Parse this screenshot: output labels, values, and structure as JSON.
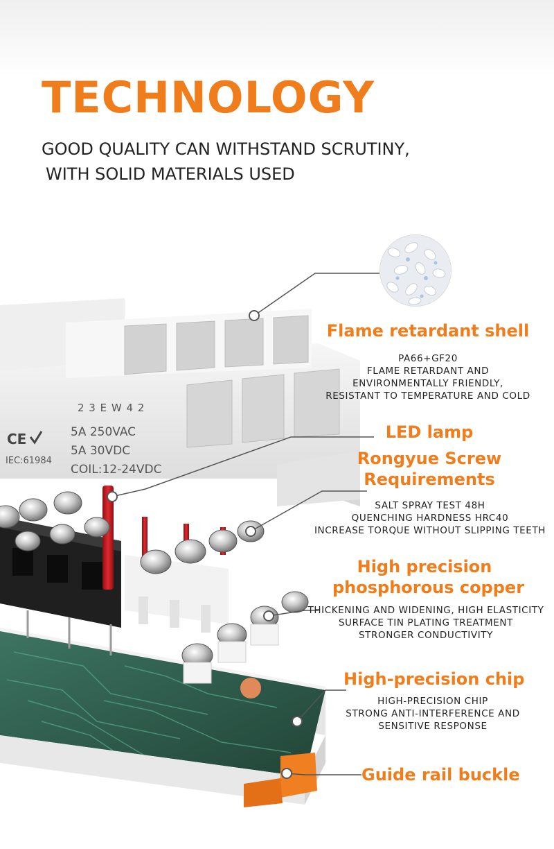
{
  "page": {
    "heading": "TECHNOLOGY",
    "subheading_line1": "GOOD QUALITY CAN WITHSTAND SCRUTINY,",
    "subheading_line2": "WITH SOLID MATERIALS USED"
  },
  "product_print": {
    "model": "2 3 E W 4 2",
    "rating1": "5A 250VAC",
    "rating2": "5A 30VDC",
    "coil": "COIL:12-24VDC",
    "cert_mark": "CE",
    "iec": "IEC:61984"
  },
  "features": [
    {
      "title": "Flame retardant shell",
      "lines": [
        "PA66+GF20",
        "FLAME RETARDANT AND",
        "ENVIRONMENTALLY FRIENDLY,",
        "RESISTANT TO TEMPERATURE AND COLD"
      ]
    },
    {
      "title": "LED lamp",
      "lines": []
    },
    {
      "title_line1": "Rongyue Screw",
      "title_line2": "Requirements",
      "lines": [
        "SALT SPRAY TEST 48H",
        "QUENCHING HARDNESS HRC40",
        "INCREASE TORQUE WITHOUT SLIPPING TEETH"
      ]
    },
    {
      "title_line1": "High precision",
      "title_line2": "phosphorous copper",
      "lines": [
        "THICKENING AND WIDENING, HIGH ELASTICITY",
        "SURFACE TIN PLATING TREATMENT",
        "STRONGER CONDUCTIVITY"
      ]
    },
    {
      "title": "High-precision chip",
      "lines": [
        "HIGH-PRECISION CHIP",
        "STRONG ANTI-INTERFERENCE AND",
        "SENSITIVE RESPONSE"
      ]
    },
    {
      "title": "Guide rail buckle",
      "lines": []
    }
  ],
  "colors": {
    "accent": "#ef7d1c",
    "text": "#222222",
    "callout_line": "#555555",
    "shell": "#ececec",
    "pcb": "#2c5b4a",
    "buckle": "#f07f22",
    "led": "#c0181d"
  }
}
